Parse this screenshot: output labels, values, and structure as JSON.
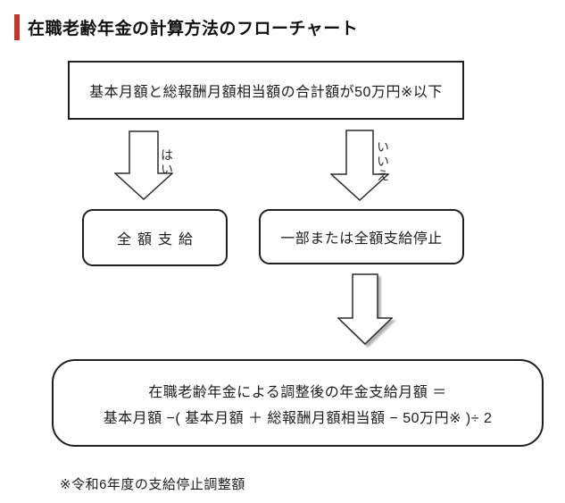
{
  "title": {
    "text": "在職老齢年金の計算方法のフローチャート",
    "accent_color": "#bf3a2b"
  },
  "flowchart": {
    "condition": "基本月額と総報酬月額相当額の合計額が50万円※以下",
    "branch_yes_label": "はい",
    "branch_no_label": "いいえ",
    "outcome_yes": "全額支給",
    "outcome_no": "一部または全額支給停止",
    "formula": {
      "line1": "在職老齢年金による調整後の年金支給月額 ＝",
      "line2": "基本月額 −( 基本月額 ＋ 総報酬月額相当額 − 50万円※ )÷ 2"
    },
    "footnote": "※令和6年度の支給停止調整額"
  },
  "colors": {
    "accent": "#bf3a2b",
    "border": "#1f1f1f",
    "background": "#ffffff",
    "text": "#1c1c1c"
  }
}
